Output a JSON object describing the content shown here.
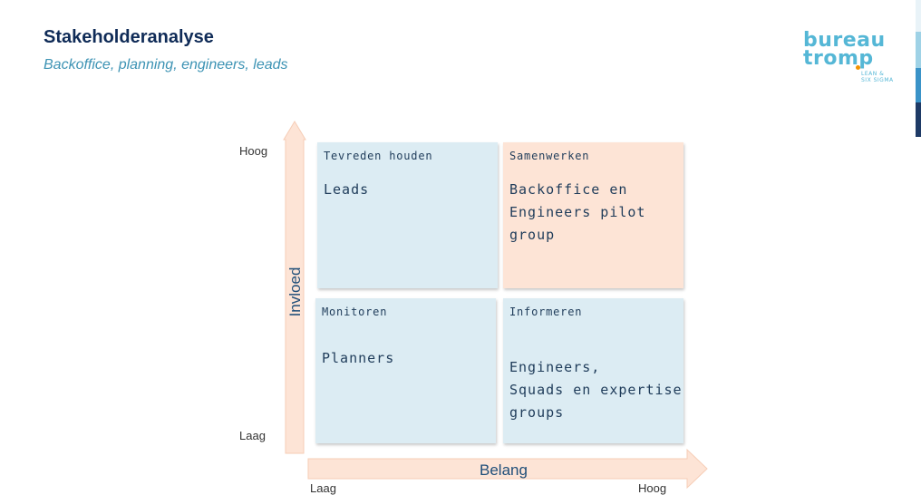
{
  "header": {
    "title": "Stakeholderanalyse",
    "subtitle": "Backoffice, planning, engineers, leads"
  },
  "logo": {
    "word1": "bureau",
    "word2": "tromp",
    "tag1": "LEAN &",
    "tag2": "SIX SIGMA",
    "brand_color": "#55b7d6",
    "dot_color": "#f39200"
  },
  "matrix": {
    "y_axis": {
      "label": "Invloed",
      "high": "Hoog",
      "low": "Laag"
    },
    "x_axis": {
      "label": "Belang",
      "low": "Laag",
      "high": "Hoog"
    },
    "quadrants": {
      "top_left": {
        "heading": "Tevreden houden",
        "body": "Leads",
        "color": "#dcecf3"
      },
      "top_right": {
        "heading": "Samenwerken",
        "body": "Backoffice en\nEngineers pilot group",
        "color": "#fde4d6"
      },
      "bottom_left": {
        "heading": "Monitoren",
        "body": "Planners",
        "color": "#dcecf3"
      },
      "bottom_right": {
        "heading": "Informeren",
        "body": "Engineers,\nSquads en expertise\ngroups",
        "color": "#dcecf3"
      }
    },
    "arrow_color": "#fde4d6"
  }
}
